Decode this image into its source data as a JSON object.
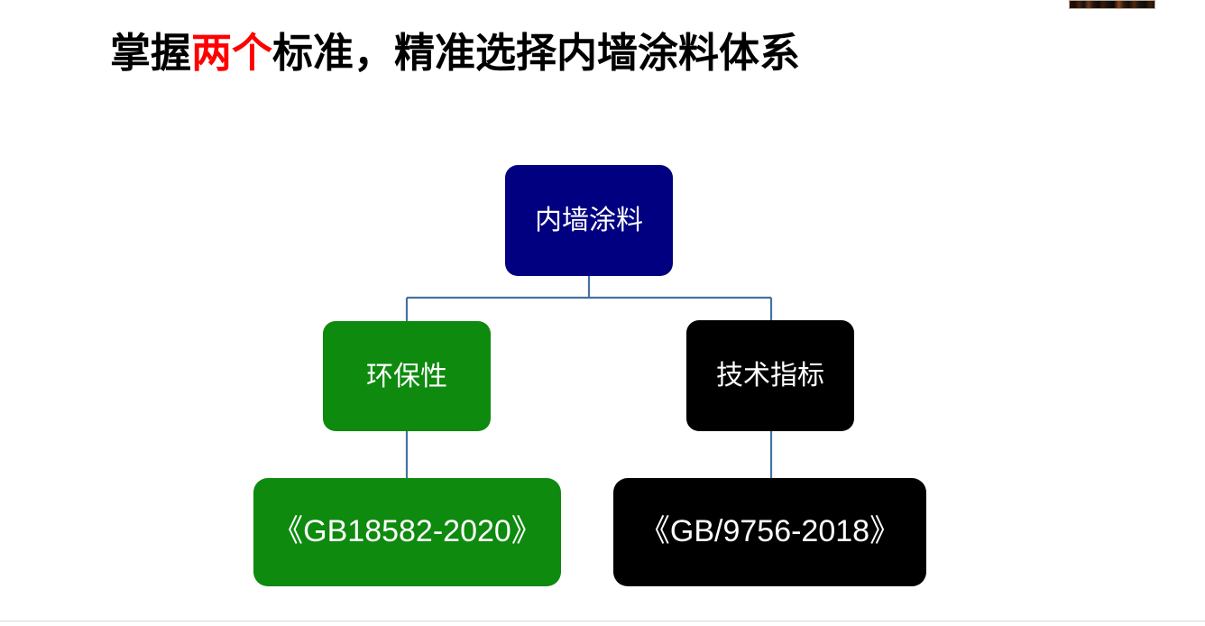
{
  "slide": {
    "background_color": "#ffffff",
    "title": {
      "prefix": "掌握",
      "highlight": "两个",
      "suffix": "标准，精准选择内墙涂料体系",
      "full_text": "掌握两个标准，精准选择内墙涂料体系",
      "color": "#000000",
      "highlight_color": "#FF0000"
    }
  },
  "diagram": {
    "type": "hierarchy",
    "connector_color": "#4472A4",
    "nodes": {
      "root": {
        "label": "内墙涂料",
        "fill": "#000080",
        "text_color": "#FFFFFF"
      },
      "branch_eco": {
        "label": "环保性",
        "fill": "#0E8A0E",
        "text_color": "#FFFFFF"
      },
      "branch_tech": {
        "label": "技术指标",
        "fill": "#000000",
        "text_color": "#FFFFFF"
      },
      "standard_eco": {
        "label": "《GB18582-2020》",
        "fill": "#0E8A0E",
        "text_color": "#FFFFFF"
      },
      "standard_tech": {
        "label": "《GB/9756-2018》",
        "fill": "#000000",
        "text_color": "#FFFFFF"
      }
    }
  },
  "artifacts": {
    "top_right_strip": "cropped-image-edge"
  }
}
